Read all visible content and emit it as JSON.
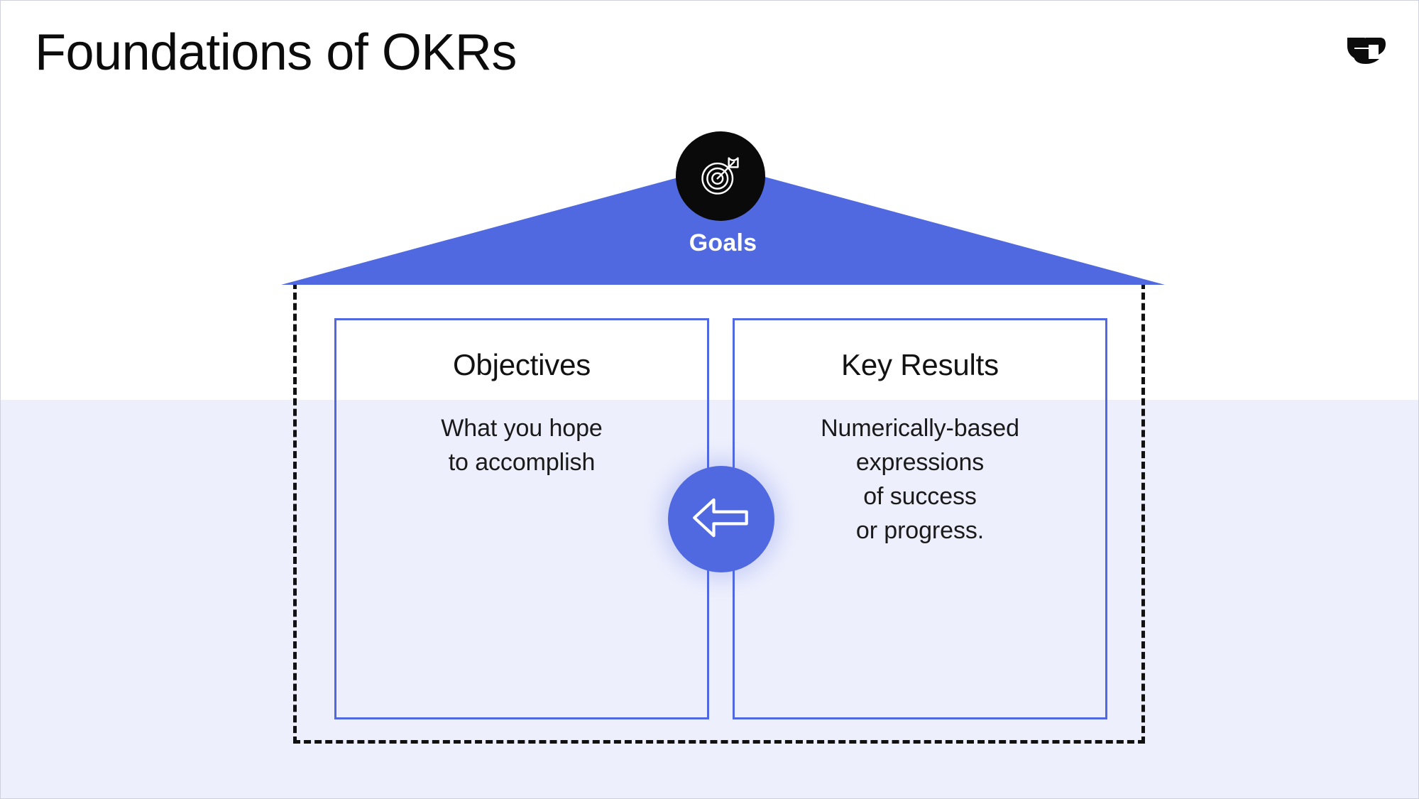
{
  "page": {
    "title": "Foundations of OKRs",
    "background_top_color": "#ffffff",
    "background_bottom_color": "#edeffd"
  },
  "brand": {
    "logo_name": "double-chevron-logo",
    "logo_color": "#0c0c0c"
  },
  "diagram": {
    "type": "house-framework",
    "roof": {
      "label": "Goals",
      "fill_color": "#5069e0",
      "label_color": "#ffffff"
    },
    "badge": {
      "icon_name": "target-arrow-icon",
      "background_color": "#0a0a0a",
      "icon_color": "#ffffff"
    },
    "outline": {
      "style": "dashed",
      "color": "#111111"
    },
    "connector": {
      "icon_name": "arrow-left-icon",
      "background_color": "#5069e0",
      "icon_color": "#ffffff",
      "direction": "left",
      "meaning": "Key Results support Objectives"
    },
    "pillars": [
      {
        "id": "objectives",
        "heading": "Objectives",
        "body": "What you hope\nto accomplish",
        "border_color": "#5069e0"
      },
      {
        "id": "key-results",
        "heading": "Key Results",
        "body": "Numerically-based\nexpressions\nof success\nor progress.",
        "border_color": "#5069e0"
      }
    ]
  }
}
